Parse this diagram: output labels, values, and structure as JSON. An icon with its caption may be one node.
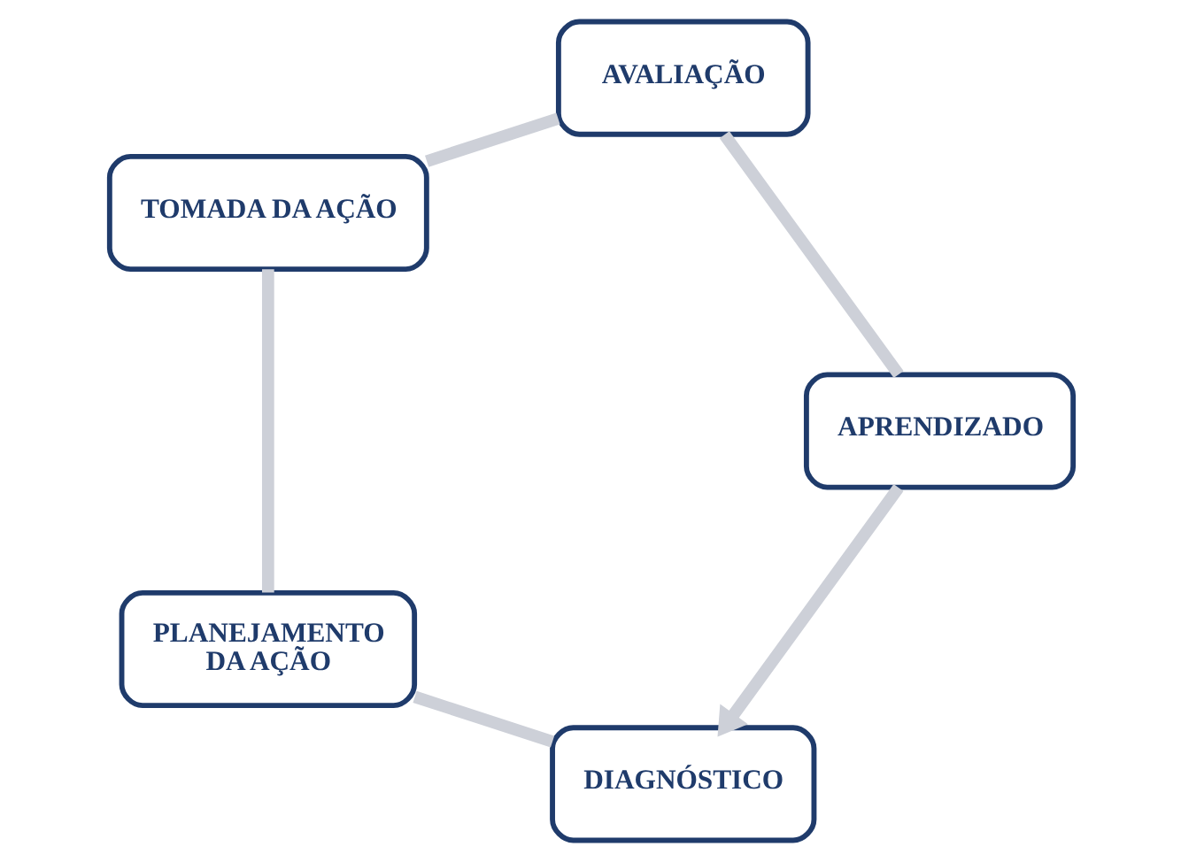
{
  "diagram": {
    "nodes": [
      {
        "text": [
          "DIAGNÓSTICO"
        ]
      },
      {
        "text": [
          "PLANEJAMENTO DA AÇÃO"
        ]
      },
      {
        "text": [
          "TOMADA DA AÇÃO"
        ]
      },
      {
        "text": [
          "AVALIAÇÃO"
        ]
      },
      {
        "text": [
          "APRENDIZADO"
        ]
      }
    ],
    "edges": [
      {
        "from": 0,
        "to": 1,
        "arrow": "none"
      },
      {
        "from": 1,
        "to": 2,
        "arrow": "none"
      },
      {
        "from": 2,
        "to": 3,
        "arrow": "none"
      },
      {
        "from": 3,
        "to": 4,
        "arrow": "none"
      },
      {
        "from": 4,
        "to": 0,
        "arrow": "to"
      }
    ]
  }
}
